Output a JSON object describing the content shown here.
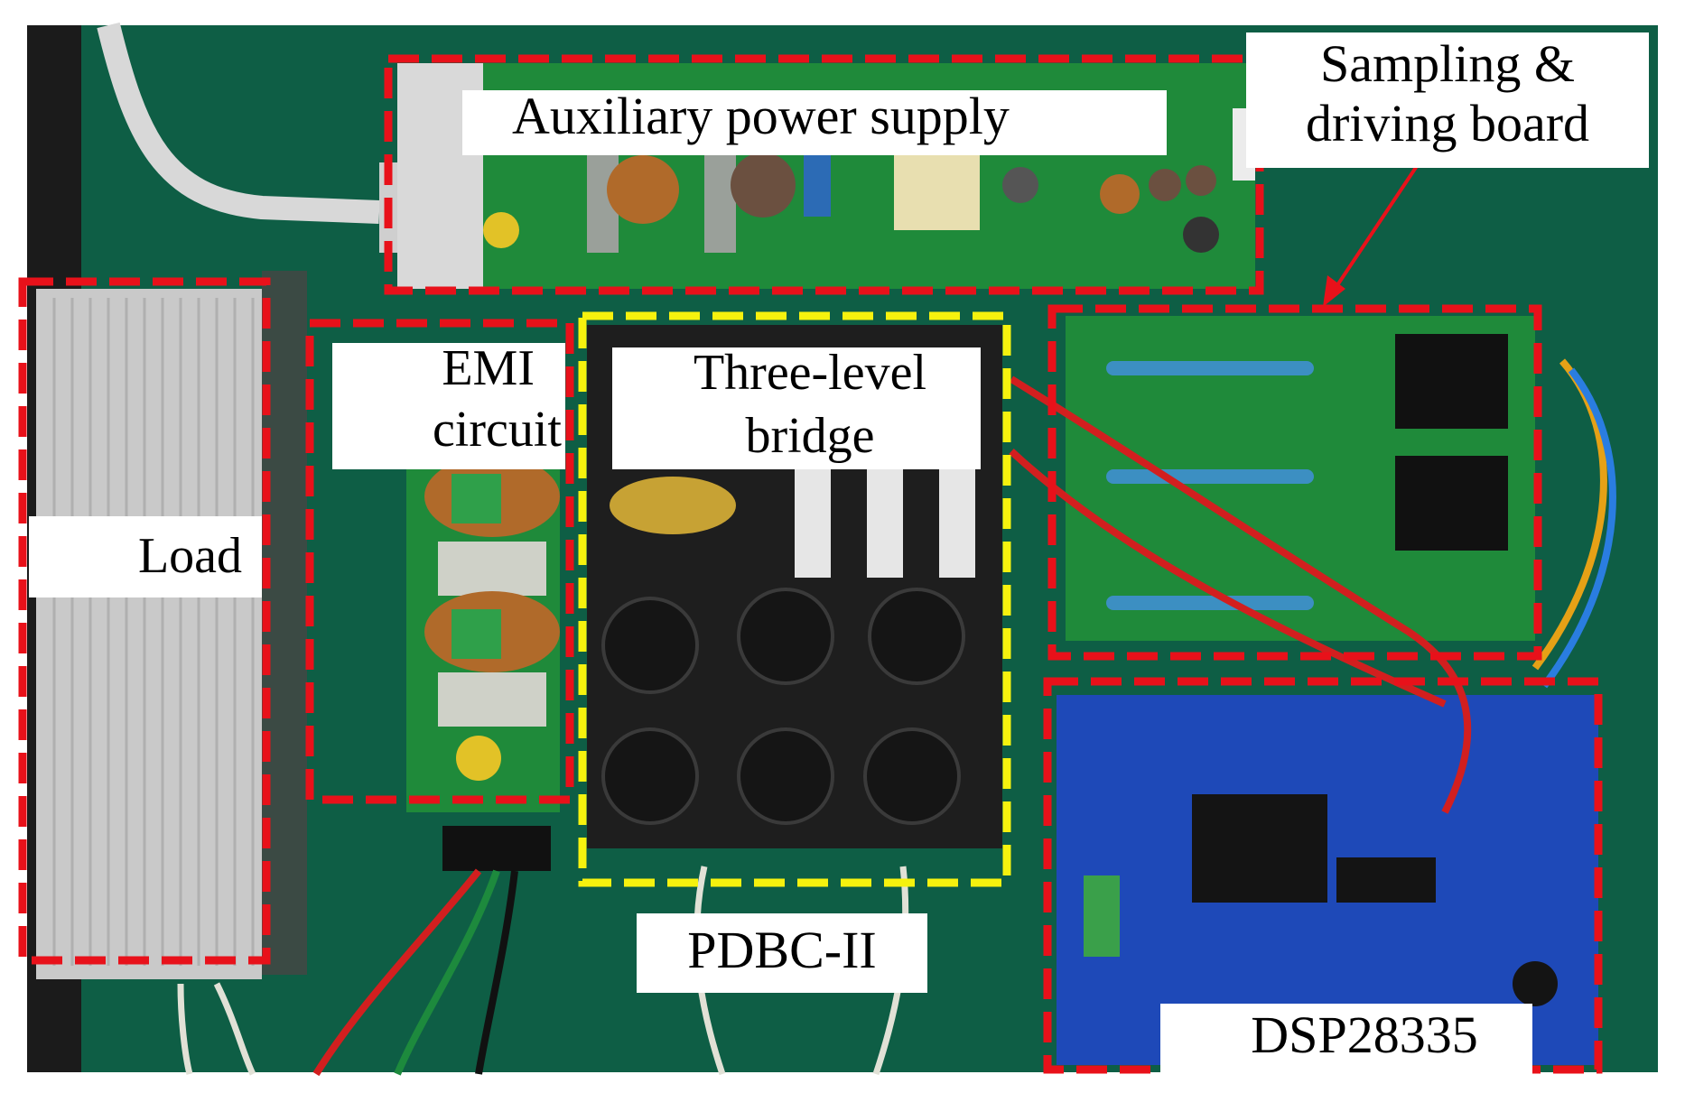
{
  "labels": {
    "aux_power": "Auxiliary power supply",
    "sampling_line1": "Sampling &",
    "sampling_line2": "driving board",
    "emi_line1": "EMI",
    "emi_line2": "circuit",
    "three_level_line1": "Three-level",
    "three_level_line2": "bridge",
    "load": "Load",
    "pdbc": "PDBC-II",
    "dsp": "DSP28335"
  },
  "colors": {
    "red_box": "#e8111a",
    "yellow_box": "#f6f20e",
    "background_green": "#0e5e45",
    "pcb_green": "#1f8a3a",
    "dsp_blue": "#1e49b8"
  }
}
